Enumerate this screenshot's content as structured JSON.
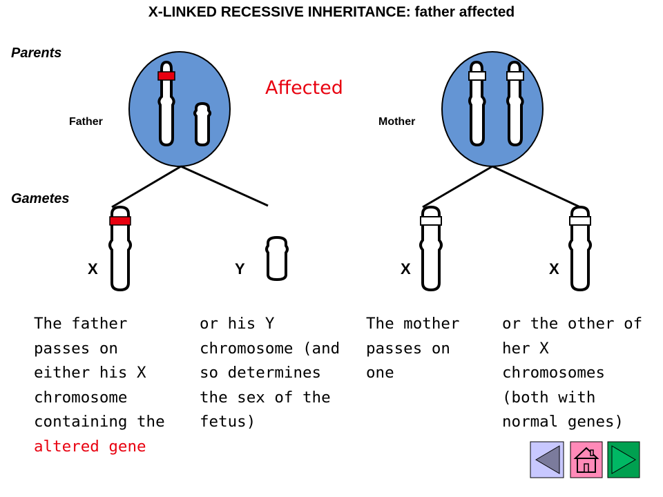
{
  "title": "X-LINKED RECESSIVE INHERITANCE: father affected",
  "labels": {
    "parents": "Parents",
    "gametes": "Gametes",
    "father": "Father",
    "mother": "Mother",
    "affected": "Affected"
  },
  "gametes": {
    "father_x": "X",
    "father_y": "Y",
    "mother_x1": "X",
    "mother_x2": "X"
  },
  "captions": {
    "c1": {
      "text": "The father passes on either his X chromosome containing the",
      "highlight": "altered gene"
    },
    "c2": "or his Y chromosome (and so determines the sex of the fetus)",
    "c3": "The mother passes on one",
    "c4": "or the other of her X chromosomes (both with normal genes)"
  },
  "colors": {
    "cell": "#6495d4",
    "altered_gene": "#e8000f",
    "normal_gene": "#ffffff",
    "nav_back": "#c8c8ff",
    "nav_home": "#ff8ab8",
    "nav_forward": "#00a050"
  },
  "nav": {
    "back": "back-arrow-icon",
    "home": "home-icon",
    "forward": "forward-arrow-icon"
  }
}
